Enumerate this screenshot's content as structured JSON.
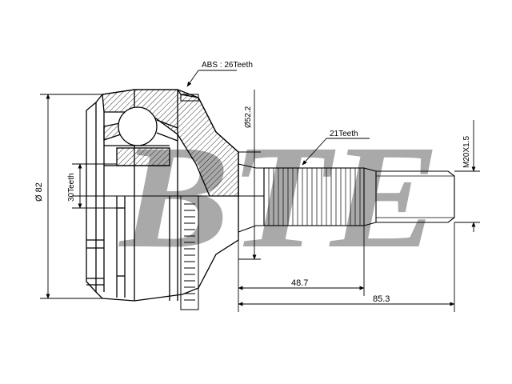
{
  "watermark": "BTE",
  "labels": {
    "abs": "ABS : 26Teeth",
    "outer_diameter": "Ø 82",
    "inner_teeth": "30Teeth",
    "seal_diameter": "Ø52.2",
    "shaft_teeth": "21Teeth",
    "thread": "M20X1.5",
    "spline_length": "48.7",
    "total_length": "85.3"
  },
  "colors": {
    "line": "#000000",
    "watermark": "#a9a9a9",
    "background": "#ffffff"
  }
}
